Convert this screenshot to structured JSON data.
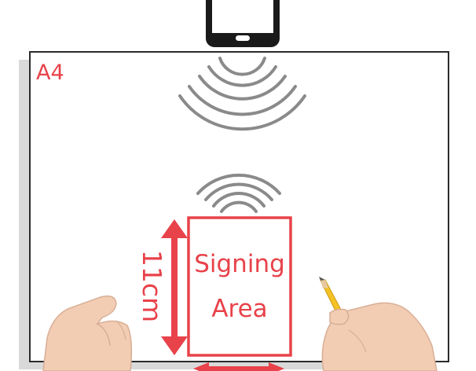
{
  "paper": {
    "size_label": "A4"
  },
  "signing_area": {
    "line1": "Signing",
    "line2": "Area",
    "height_label": "11cm"
  },
  "colors": {
    "accent": "#e8424a",
    "paper_border": "#2b2b2b",
    "shadow": "#d9d9d9",
    "waves": "#8a8a8a",
    "phone": "#1a1a1a",
    "skin": "#f2cdb4",
    "pencil": "#f5c226"
  },
  "icons": {
    "phone": "smartphone-icon",
    "phone_signal": "wireless-waves-icon",
    "pad_signal": "wireless-waves-icon",
    "pencil": "pencil-icon"
  }
}
